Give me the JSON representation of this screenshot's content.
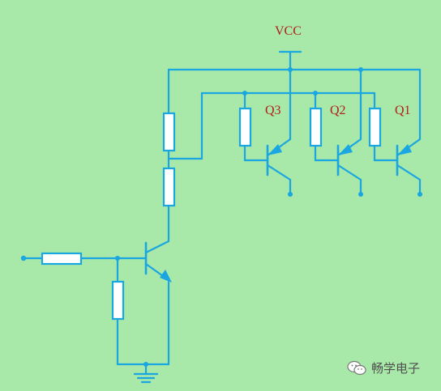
{
  "labels": {
    "vcc": "VCC",
    "q1": "Q1",
    "q2": "Q2",
    "q3": "Q3"
  },
  "watermark": {
    "text": "畅学电子",
    "icon": "wechat-icon"
  },
  "colors": {
    "background": "#a8e8a8",
    "wire": "#1aa6e0",
    "label": "#b0201c"
  }
}
